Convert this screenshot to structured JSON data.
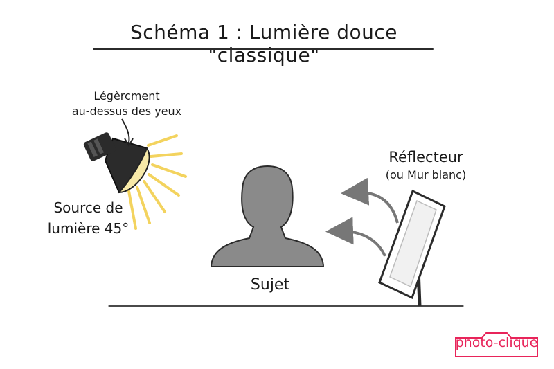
{
  "title": "Schéma 1 : Lumière douce \"classique\"",
  "lamp_note": {
    "line1": "Légèrcment",
    "line2": "au-dessus des yeux"
  },
  "source": {
    "line1": "Source de",
    "line2": "lumière 45°"
  },
  "reflector": {
    "line1": "Réflecteur",
    "line2": "(ou Mur blanc)"
  },
  "subject": "Sujet",
  "logo": "photo-clique",
  "colors": {
    "light_rays": "#f3d35e",
    "lamp_body": "#2b2b2b",
    "silhouette": "#8a8a8a",
    "arrows": "#777777",
    "ground": "#4a4a4a",
    "brand": "#e8245a"
  }
}
